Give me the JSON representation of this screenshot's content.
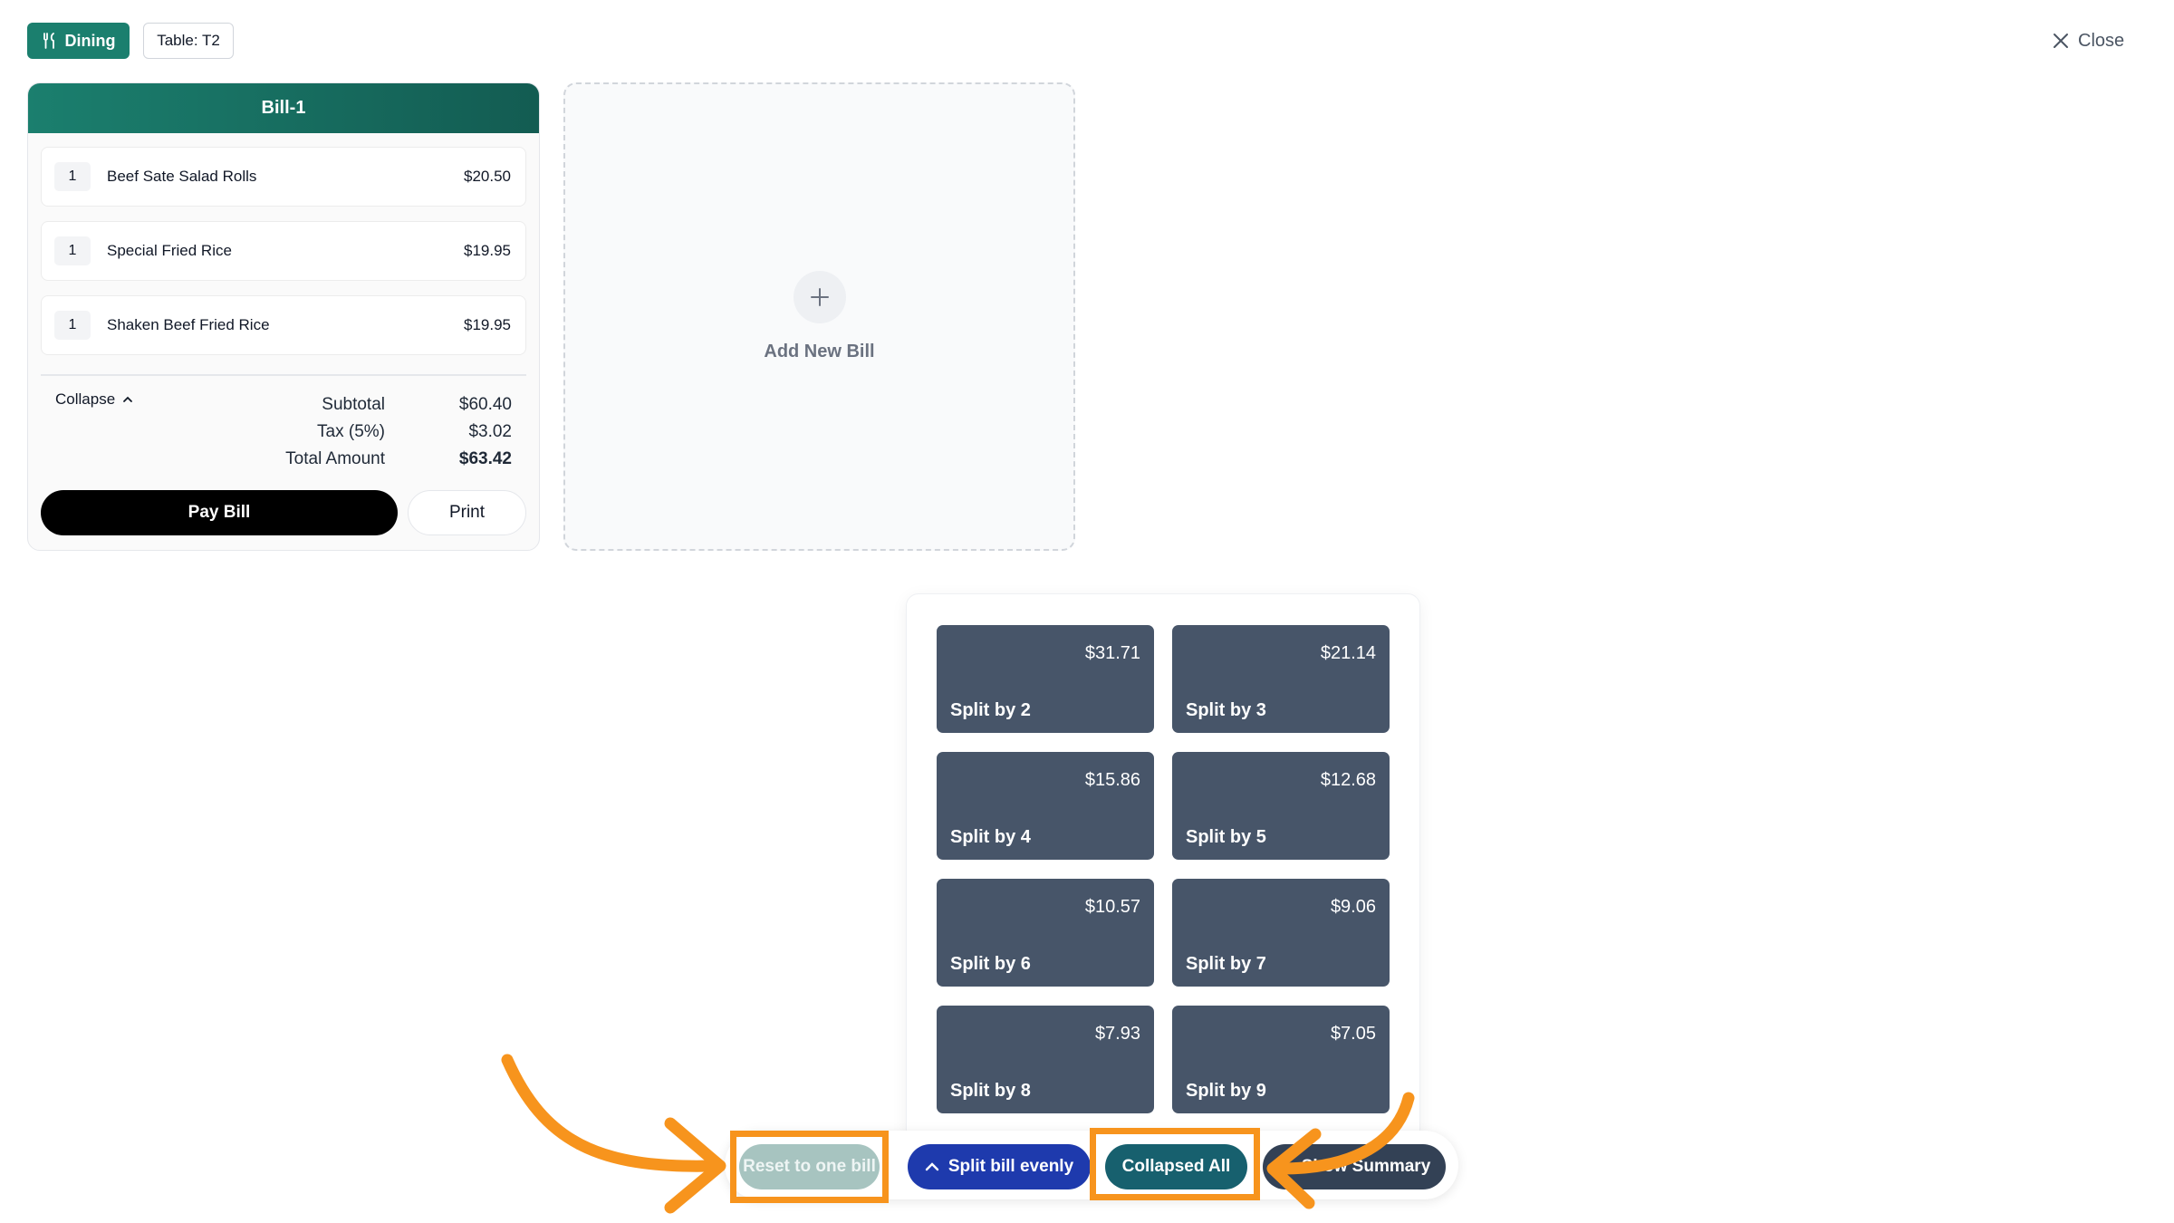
{
  "header": {
    "dining_label": "Dining",
    "table_label": "Table: T2",
    "close_label": "Close"
  },
  "bill": {
    "title": "Bill-1",
    "items": [
      {
        "qty": "1",
        "name": "Beef Sate Salad Rolls",
        "price": "$20.50"
      },
      {
        "qty": "1",
        "name": "Special Fried Rice",
        "price": "$19.95"
      },
      {
        "qty": "1",
        "name": "Shaken Beef Fried Rice",
        "price": "$19.95"
      }
    ],
    "collapse_label": "Collapse",
    "subtotal_label": "Subtotal",
    "subtotal_value": "$60.40",
    "tax_label": "Tax (5%)",
    "tax_value": "$3.02",
    "total_label": "Total Amount",
    "total_value": "$63.42",
    "pay_label": "Pay Bill",
    "print_label": "Print"
  },
  "add_bill": {
    "label": "Add New Bill"
  },
  "split_options": [
    {
      "label": "Split by 2",
      "amount": "$31.71"
    },
    {
      "label": "Split by 3",
      "amount": "$21.14"
    },
    {
      "label": "Split by 4",
      "amount": "$15.86"
    },
    {
      "label": "Split by 5",
      "amount": "$12.68"
    },
    {
      "label": "Split by 6",
      "amount": "$10.57"
    },
    {
      "label": "Split by 7",
      "amount": "$9.06"
    },
    {
      "label": "Split by 8",
      "amount": "$7.93"
    },
    {
      "label": "Split by 9",
      "amount": "$7.05"
    }
  ],
  "actions": {
    "reset_label": "Reset to one bill",
    "split_evenly_label": "Split bill evenly",
    "collapsed_all_label": "Collapsed All",
    "show_summary_label": "Show Summary"
  },
  "colors": {
    "brand_teal": "#1b7f6e",
    "split_tile": "#475569",
    "split_evenly": "#1e3aad",
    "annotation_orange": "#f7941d"
  }
}
